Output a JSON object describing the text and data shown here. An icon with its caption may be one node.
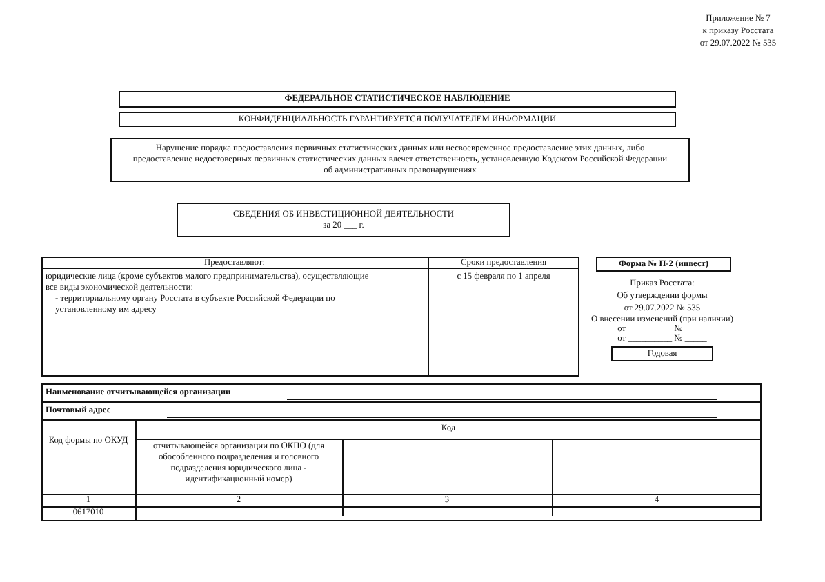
{
  "diagram": {
    "nodes": [
      {
        "text": [
          "ФЕДЕРАЛЬНОЕ СТАТИСТИЧЕСКОЕ НАБЛЮДЕНИЕ"
        ]
      },
      {
        "text": [
          "КОНФИДЕНЦИАЛЬНОСТЬ ГАРАНТИРУЕТСЯ ПОЛУЧАТЕЛЕМ ИНФОРМАЦИИ"
        ]
      },
      {
        "text": [
          "Нарушение порядка предоставления первичных статистических данных или несвоевременное предоставление этих данных, либо предоставление недостоверных первичных статистических данных влечет ответственность, установленную Кодексом Российской Федерации об административных правонарушениях"
        ]
      },
      {
        "text": [
          "СВЕДЕНИЯ ОБ ИНВЕСТИЦИОННОЙ ДЕЯТЕЛЬНОСТИ",
          "за 20 ___ г."
        ]
      },
      {
        "text": [
          "Форма № П-2 (инвест)"
        ]
      },
      {
        "text": [
          "Годовая"
        ]
      }
    ],
    "labels": [
      "Приложение № 7",
      "к приказу Росстата",
      "от 29.07.2022 № 535",
      "Предоставляют:",
      "Сроки предоставления",
      "юридические лица (кроме субъектов малого предпринимательства), осуществляющие все виды экономической деятельности:",
      "- территориальному органу Росстата в субъекте Российской Федерации по установленному им адресу",
      "с 15 февраля по 1 апреля",
      "Приказ Росстата:",
      "Об утверждении формы",
      "от 29.07.2022 № 535",
      "О внесении изменений (при наличии)",
      "от __________ № _____",
      "от __________ № _____",
      "Наименование отчитывающейся организации",
      "Почтовый адрес",
      "Код формы по ОКУД",
      "Код",
      "отчитывающейся организации по ОКПО (для обособленного подразделения и головного подразделения юридического лица - идентификационный номер)",
      "1",
      "2",
      "3",
      "4",
      "0617010"
    ]
  }
}
